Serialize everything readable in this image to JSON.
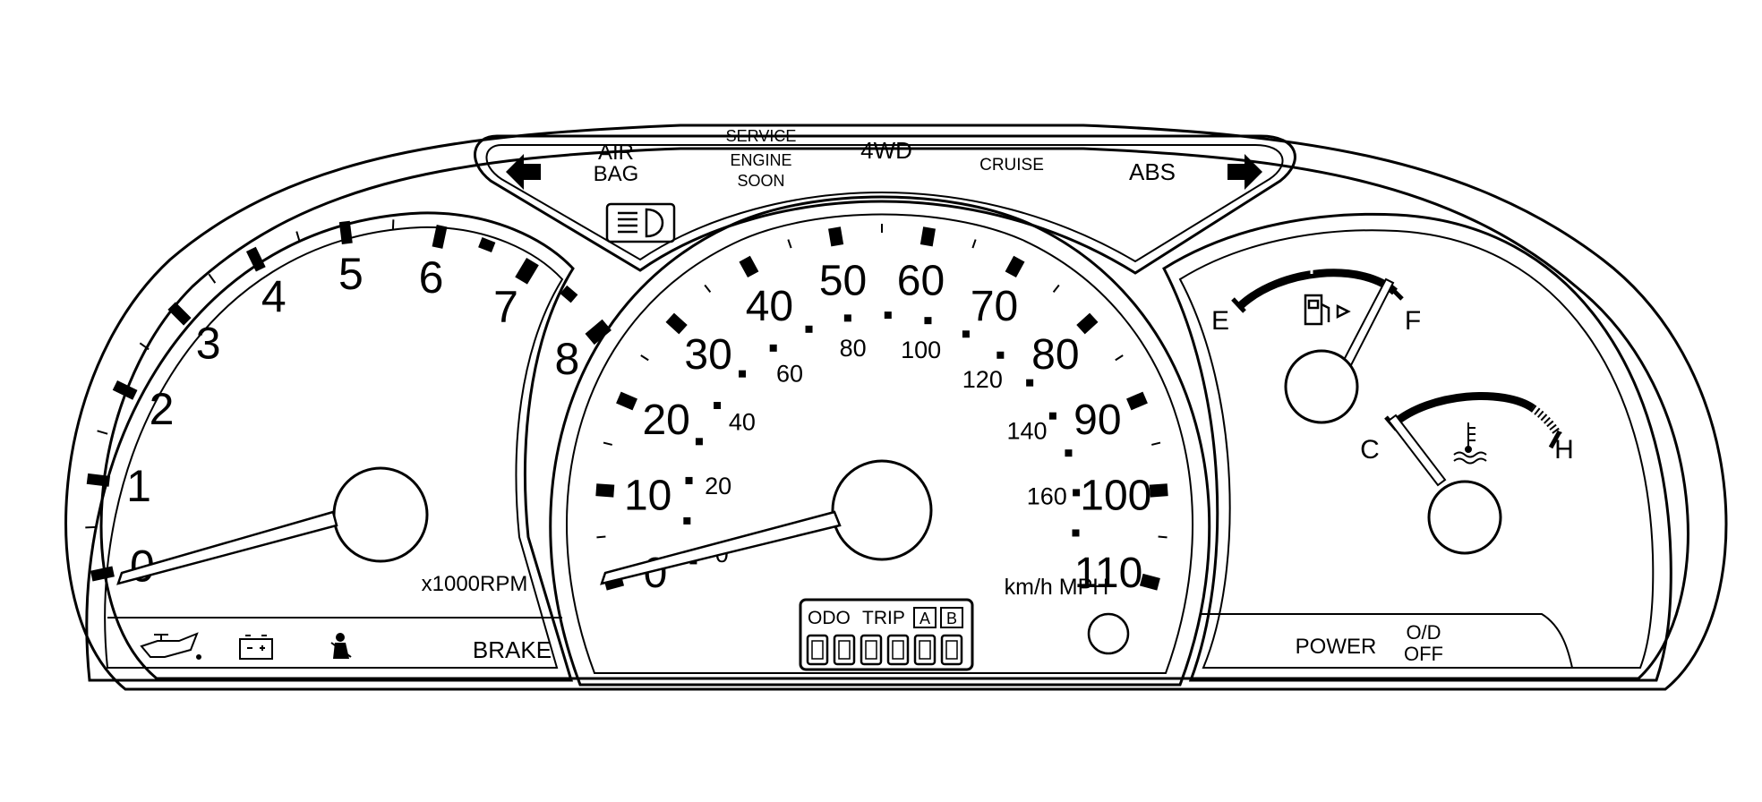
{
  "indicator_panel": {
    "air_bag_line1": "AIR",
    "air_bag_line2": "BAG",
    "service_line1": "SERVICE",
    "service_line2": "ENGINE",
    "service_line3": "SOON",
    "four_wd": "4WD",
    "cruise": "CRUISE",
    "abs": "ABS",
    "icons": [
      "left-turn-arrow-icon",
      "headlight-icon",
      "right-turn-arrow-icon"
    ]
  },
  "tachometer": {
    "labels": [
      "0",
      "1",
      "2",
      "3",
      "4",
      "5",
      "6",
      "7",
      "8"
    ],
    "unit": "x1000RPM",
    "needle_value": 0,
    "warning_label": "BRAKE",
    "warning_icons": [
      "oil-pressure-icon",
      "battery-icon",
      "seatbelt-icon"
    ]
  },
  "speedometer": {
    "mph_labels": [
      "0",
      "10",
      "20",
      "30",
      "40",
      "50",
      "60",
      "70",
      "80",
      "90",
      "100",
      "110"
    ],
    "kmh_labels": [
      "0",
      "20",
      "40",
      "60",
      "80",
      "100",
      "120",
      "140",
      "160"
    ],
    "unit": "km/h MPH",
    "needle_value": 0,
    "odo": {
      "odo_label": "ODO",
      "trip_label": "TRIP",
      "trip_a": "A",
      "trip_b": "B",
      "digit_count": 6
    }
  },
  "fuel_gauge": {
    "empty_label": "E",
    "full_label": "F",
    "icon": "fuel-pump-icon"
  },
  "temp_gauge": {
    "cold_label": "C",
    "hot_label": "H",
    "icon": "coolant-temp-icon"
  },
  "right_panel": {
    "power": "POWER",
    "od_line1": "O/D",
    "od_line2": "OFF"
  }
}
